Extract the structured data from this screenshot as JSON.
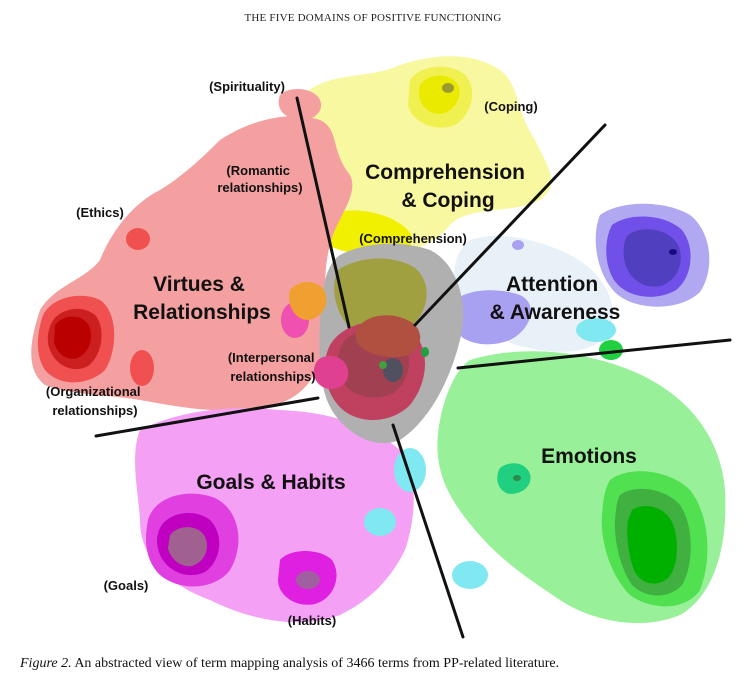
{
  "running_head": "THE FIVE DOMAINS OF POSITIVE FUNCTIONING",
  "caption": {
    "label": "Figure 2.",
    "text": " An abstracted view of term mapping analysis of 3466 terms from PP-related literature."
  },
  "domains": {
    "comprehension": [
      "Comprehension",
      "& Coping"
    ],
    "attention": [
      "Attention",
      "& Awareness"
    ],
    "virtues": [
      "Virtues &",
      "Relationships"
    ],
    "goals": "Goals & Habits",
    "emotions": "Emotions"
  },
  "terms": {
    "spirituality": "(Spirituality)",
    "coping": "(Coping)",
    "romantic": [
      "(Romantic",
      "relationships)"
    ],
    "ethics": "(Ethics)",
    "comprehension": "(Comprehension)",
    "interpersonal": [
      "(Interpersonal",
      "relationships)"
    ],
    "organizational": [
      "(Organizational",
      "relationships)"
    ],
    "goals": "(Goals)",
    "habits": "(Habits)"
  },
  "colors": {
    "virtues": "#f4a0a0",
    "comprehension": "#f8f8a0",
    "attention": "#a8a0f0",
    "emotions": "#98f098",
    "goals": "#f4a0f4",
    "overlap": "#a8a8a8"
  }
}
